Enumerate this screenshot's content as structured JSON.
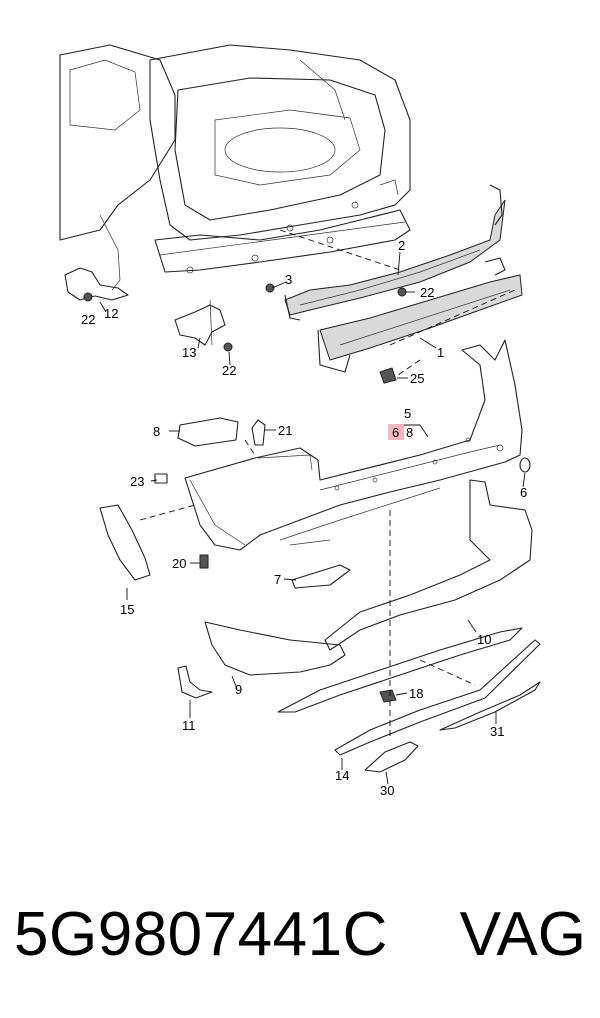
{
  "part_number": "5G9807441C",
  "brand": "VAG",
  "highlight_color": "#f4b6bf",
  "callouts": [
    "1",
    "2",
    "3",
    "22",
    "22",
    "22",
    "12",
    "13",
    "22",
    "25",
    "5",
    "6",
    "8",
    "8",
    "21",
    "23",
    "20",
    "7",
    "15",
    "6",
    "10",
    "9",
    "18",
    "11",
    "31",
    "14",
    "30"
  ]
}
